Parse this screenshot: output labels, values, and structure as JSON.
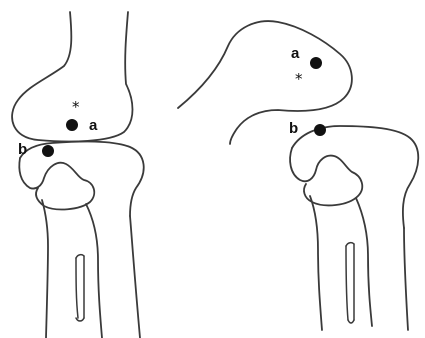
{
  "diagram": {
    "left_panel": {
      "marker_a": {
        "label": "a",
        "annotation": "*"
      },
      "marker_b": {
        "label": "b"
      }
    },
    "right_panel": {
      "marker_a": {
        "label": "a",
        "annotation": "*"
      },
      "marker_b": {
        "label": "b"
      }
    }
  },
  "colors": {
    "line": "#3a3a3a",
    "marker": "#111111",
    "background": "#ffffff"
  }
}
